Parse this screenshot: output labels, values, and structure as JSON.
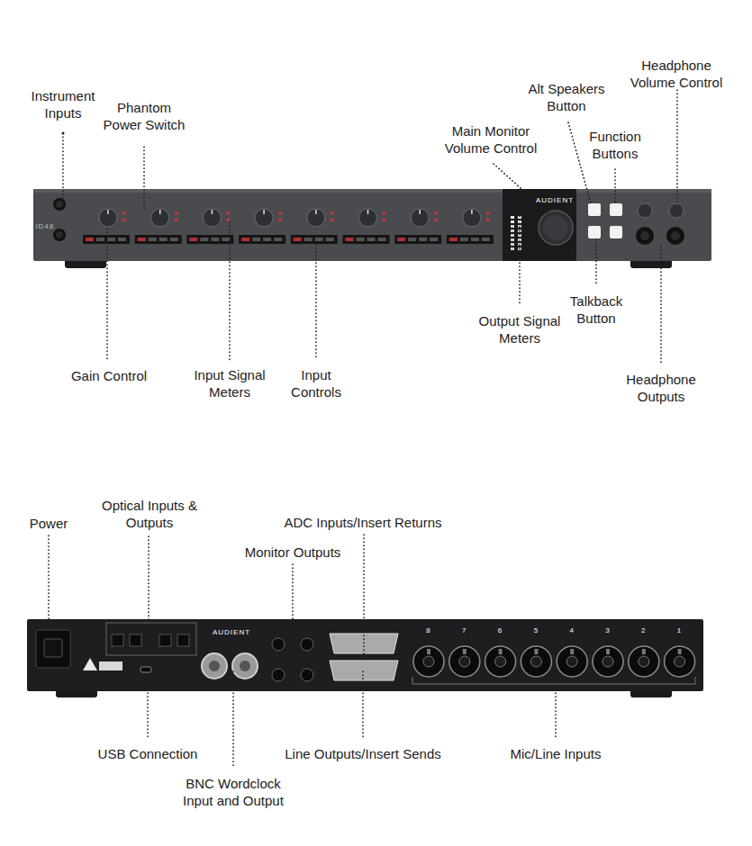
{
  "diagram": {
    "labels": [
      "Instrument Inputs",
      "Phantom Power Switch",
      "Headphone Volume Control",
      "Alt Speakers Button",
      "Function Buttons",
      "Main Monitor Volume Control",
      "AUDIENT",
      "iD48",
      "Gain Control",
      "Input Signal Meters",
      "Input Controls",
      "Output Signal Meters",
      "Talkback Button",
      "Headphone Outputs",
      "Power",
      "Optical Inputs & Outputs",
      "ADC Inputs/Insert Returns",
      "Monitor Outputs",
      "AUDIENT",
      "8",
      "7",
      "6",
      "5",
      "4",
      "3",
      "2",
      "1",
      "USB Connection",
      "BNC Wordclock Input and Output",
      "Line Outputs/Insert Sends",
      "Mic/Line Inputs"
    ]
  }
}
